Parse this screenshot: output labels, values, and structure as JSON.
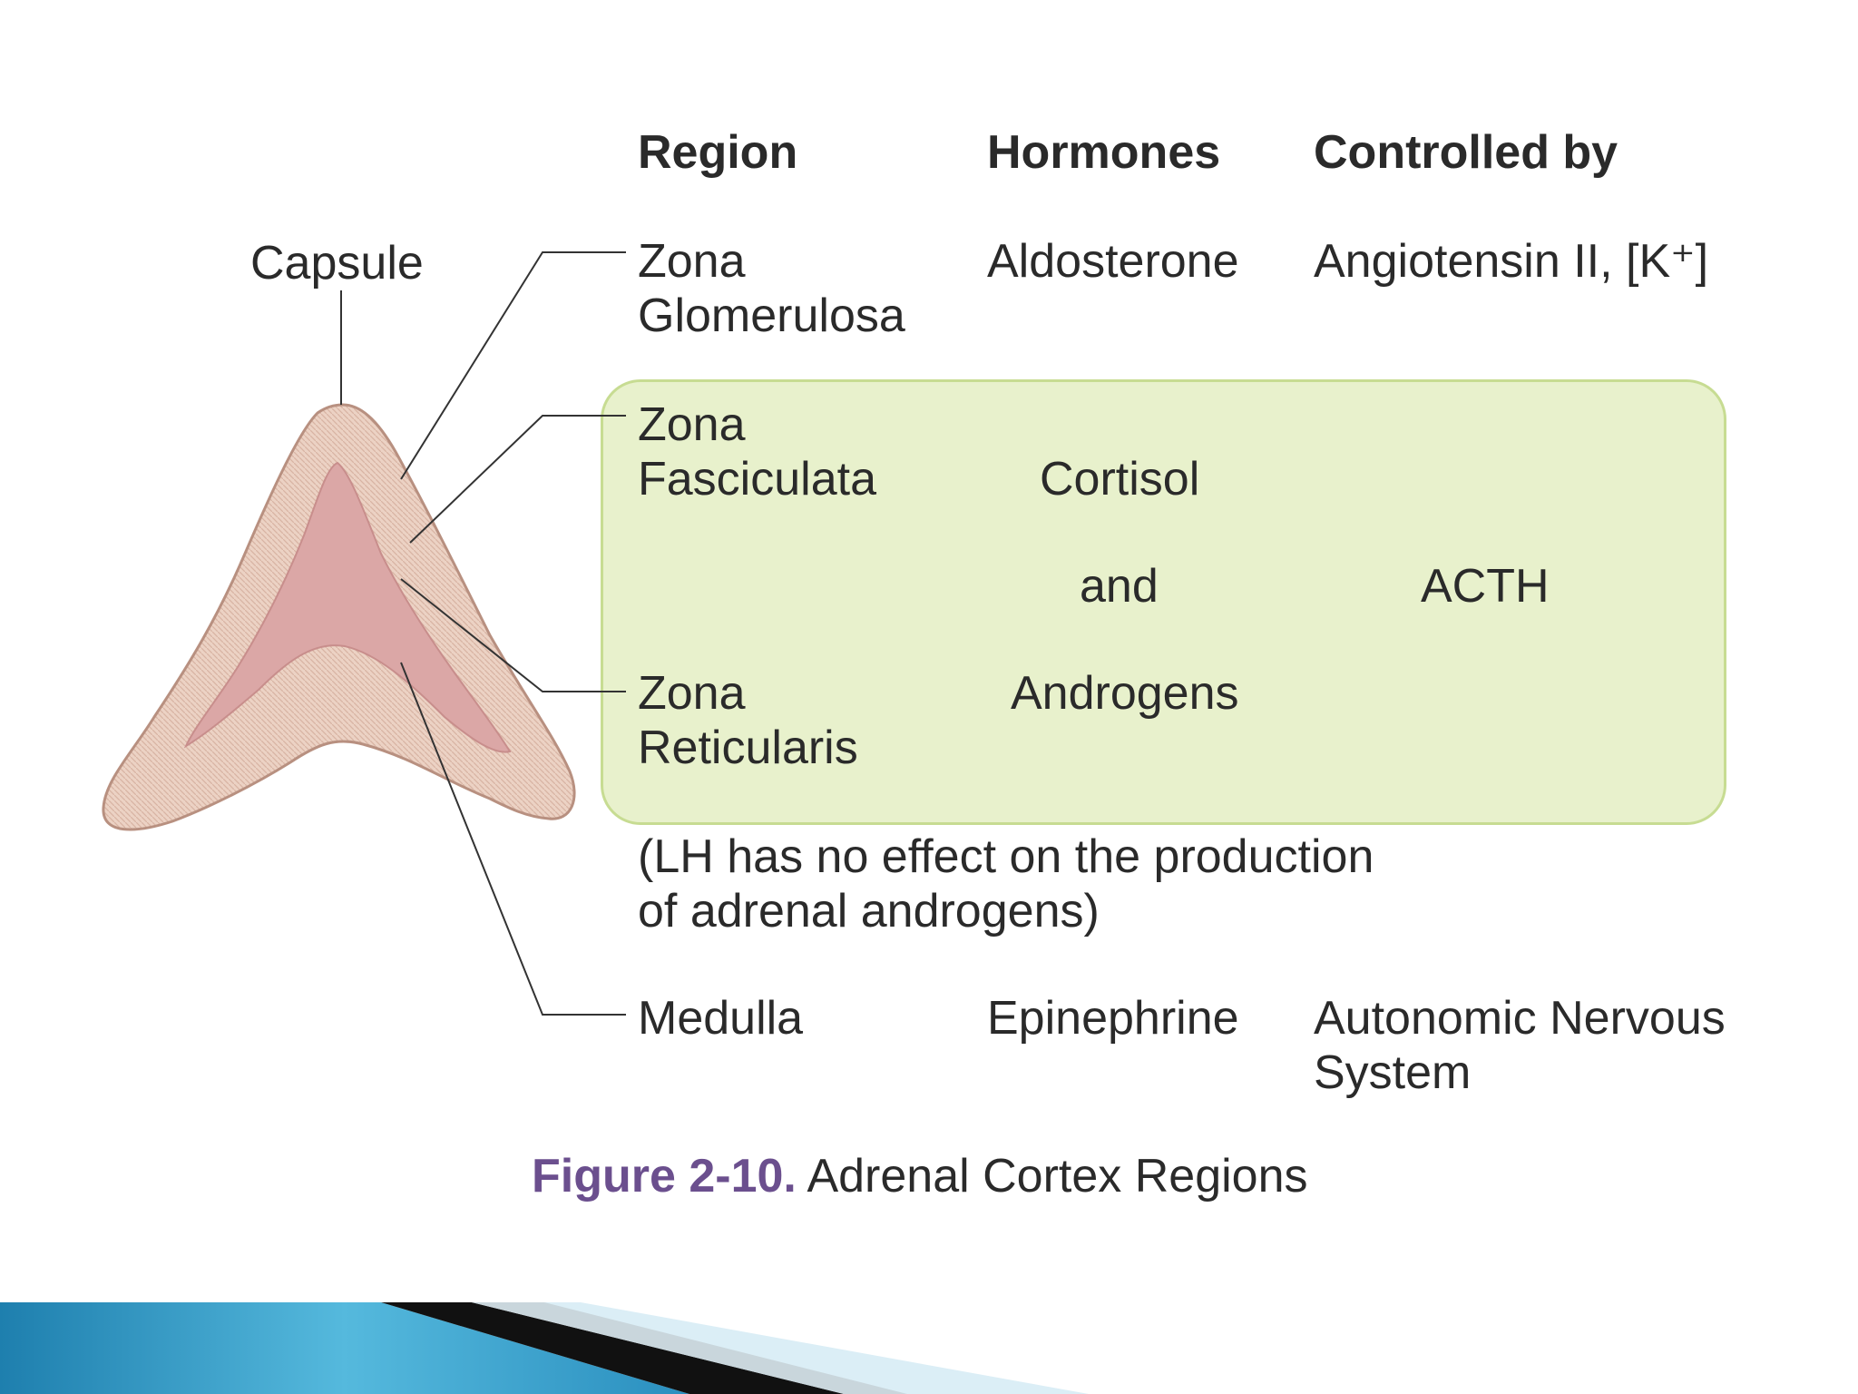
{
  "headers": {
    "region": "Region",
    "hormones": "Hormones",
    "controlled_by": "Controlled by"
  },
  "labels": {
    "capsule": "Capsule"
  },
  "rows": {
    "glomerulosa": {
      "region_line1": "Zona",
      "region_line2": "Glomerulosa",
      "hormone": "Aldosterone",
      "control": "Angiotensin II, [K⁺]"
    },
    "fasciculata": {
      "region_line1": "Zona",
      "region_line2": "Fasciculata",
      "hormone": "Cortisol"
    },
    "shared": {
      "and": "and",
      "control": "ACTH"
    },
    "reticularis": {
      "region_line1": "Zona",
      "region_line2": "Reticularis",
      "hormone": "Androgens"
    },
    "note": {
      "line1": "(LH has no effect on the production",
      "line2": "of adrenal androgens)"
    },
    "medulla": {
      "region": "Medulla",
      "hormone": "Epinephrine",
      "control_line1": "Autonomic Nervous",
      "control_line2": "System"
    }
  },
  "caption": {
    "label": "Figure 2-10.",
    "text": " Adrenal Cortex Regions"
  },
  "colors": {
    "highlight_box": "#e8f1cc",
    "caption_label": "#6b4f8e",
    "gland_outer": "#e8c8b8",
    "gland_inner": "#dba7a6",
    "footer_blue": "#3aa6cf"
  }
}
